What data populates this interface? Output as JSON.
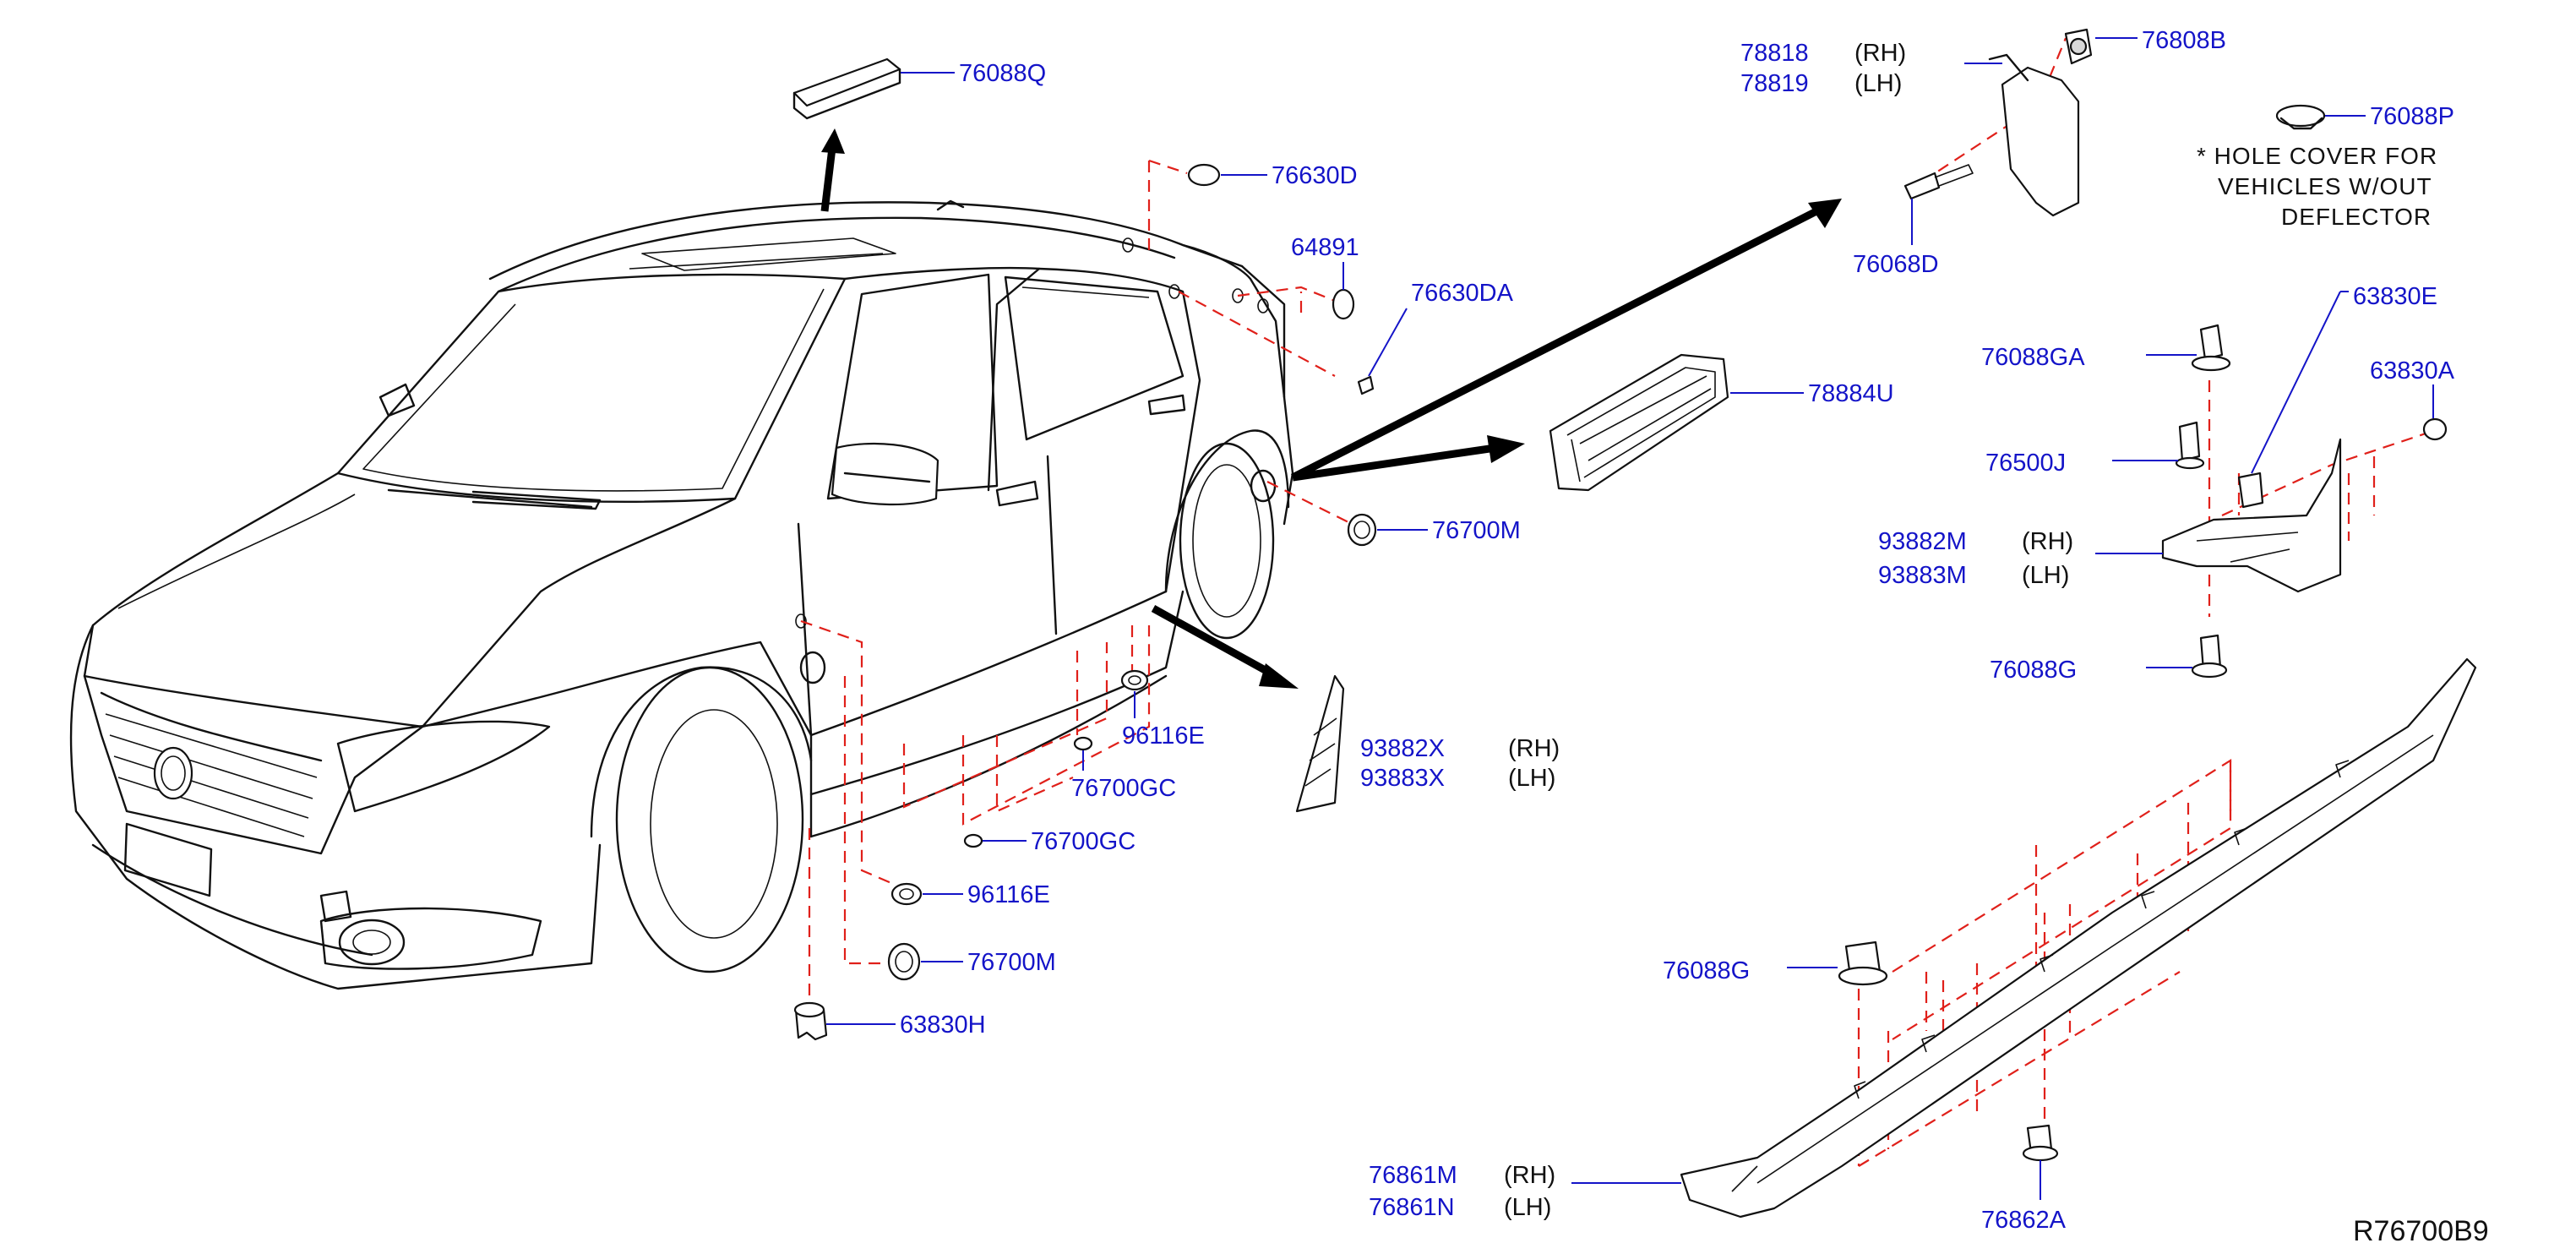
{
  "diagram": {
    "reference_code": "R76700B9",
    "note": {
      "line1": "*  HOLE  COVER  FOR",
      "line2": "VEHICLES  W/OUT",
      "line3": "DEFLECTOR"
    },
    "labels": {
      "p76088Q": "76088Q",
      "p76630D": "76630D",
      "p64891": "64891",
      "p76630DA": "76630DA",
      "p78884U": "78884U",
      "p76700M_a": "76700M",
      "p96116E_a": "96116E",
      "p76700GC_a": "76700GC",
      "p76700GC_b": "76700GC",
      "p96116E_b": "96116E",
      "p76700M_b": "76700M",
      "p63830H": "63830H",
      "p93882X": "93882X",
      "p93883X": "93883X",
      "p78818": "78818",
      "p78819": "78819",
      "p76808B": "76808B",
      "p76068D": "76068D",
      "p76088P": "76088P",
      "p63830E": "63830E",
      "p76088GA": "76088GA",
      "p63830A": "63830A",
      "p76500J": "76500J",
      "p93882M": "93882M",
      "p93883M": "93883M",
      "p76088G_a": "76088G",
      "p76088G_b": "76088G",
      "p76861M": "76861M",
      "p76861N": "76861N",
      "p76862A": "76862A"
    },
    "sides": {
      "rh": "(RH)",
      "lh": "(LH)"
    }
  }
}
